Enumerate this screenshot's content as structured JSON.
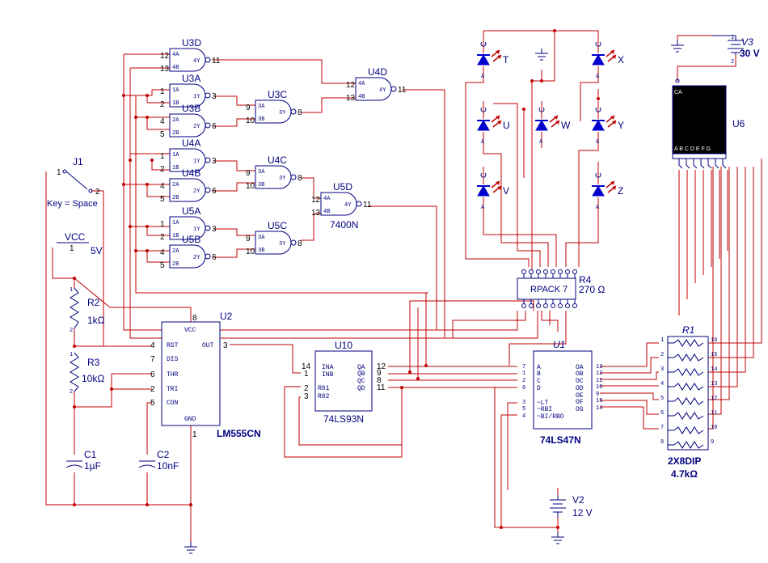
{
  "switch_j1": {
    "ref": "J1",
    "pin1": "1",
    "pin2": "2",
    "key": "Key = Space"
  },
  "vcc": {
    "name": "VCC",
    "pin": "1",
    "value": "5V"
  },
  "r2": {
    "ref": "R2",
    "value": "1kΩ"
  },
  "r3": {
    "ref": "R3",
    "value": "10kΩ"
  },
  "c1": {
    "ref": "C1",
    "value": "1µF"
  },
  "c2": {
    "ref": "C2",
    "value": "10nF"
  },
  "u2": {
    "ref": "U2",
    "part": "LM555CN",
    "pins": [
      "VCC",
      "RST",
      "OUT",
      "DIS",
      "THR",
      "TRI",
      "CON",
      "GND"
    ],
    "nums": [
      "8",
      "4",
      "3",
      "7",
      "6",
      "2",
      "5",
      "1"
    ]
  },
  "u10": {
    "ref": "U10",
    "part": "74LS93N",
    "pins": [
      "INA",
      "INB",
      "R01",
      "R02",
      "QA",
      "QB",
      "QC",
      "QD"
    ],
    "nums": [
      "14",
      "1",
      "2",
      "3",
      "12",
      "9",
      "8",
      "11"
    ]
  },
  "u1": {
    "ref": "U1",
    "part": "74LS47N",
    "pins": [
      "A",
      "B",
      "C",
      "D",
      "~LT",
      "~RBI",
      "~BI/RBO",
      "OA",
      "OB",
      "OC",
      "OD",
      "OE",
      "OF",
      "OG"
    ],
    "nums": [
      "7",
      "1",
      "2",
      "6",
      "3",
      "5",
      "4",
      "13",
      "12",
      "11",
      "10",
      "9",
      "15",
      "14"
    ]
  },
  "gates": [
    {
      "ref": "U3D",
      "a": "4A",
      "b": "4B",
      "y": "4Y",
      "pa": "12",
      "pb": "13",
      "py": "11"
    },
    {
      "ref": "U3A",
      "a": "1A",
      "b": "1B",
      "y": "1Y",
      "pa": "1",
      "pb": "2",
      "py": "3"
    },
    {
      "ref": "U3B",
      "a": "2A",
      "b": "2B",
      "y": "2Y",
      "pa": "4",
      "pb": "5",
      "py": "6"
    },
    {
      "ref": "U3C",
      "a": "3A",
      "b": "3B",
      "y": "3Y",
      "pa": "9",
      "pb": "10",
      "py": "8"
    },
    {
      "ref": "U4D",
      "a": "4A",
      "b": "4B",
      "y": "4Y",
      "pa": "12",
      "pb": "13",
      "py": "11"
    },
    {
      "ref": "U4A",
      "a": "1A",
      "b": "1B",
      "y": "1Y",
      "pa": "1",
      "pb": "2",
      "py": "3"
    },
    {
      "ref": "U4B",
      "a": "2A",
      "b": "2B",
      "y": "2Y",
      "pa": "4",
      "pb": "5",
      "py": "6"
    },
    {
      "ref": "U4C",
      "a": "3A",
      "b": "3B",
      "y": "3Y",
      "pa": "9",
      "pb": "10",
      "py": "8"
    },
    {
      "ref": "U5D",
      "a": "4A",
      "b": "4B",
      "y": "4Y",
      "pa": "12",
      "pb": "13",
      "py": "11"
    },
    {
      "ref": "U5A",
      "a": "1A",
      "b": "1B",
      "y": "1Y",
      "pa": "1",
      "pb": "2",
      "py": "3"
    },
    {
      "ref": "U5B",
      "a": "2A",
      "b": "2B",
      "y": "2Y",
      "pa": "4",
      "pb": "5",
      "py": "6"
    },
    {
      "ref": "U5C",
      "a": "3A",
      "b": "3B",
      "y": "3Y",
      "pa": "9",
      "pb": "10",
      "py": "8"
    }
  ],
  "gate_part": "7400N",
  "leds": [
    "T",
    "U",
    "V",
    "W",
    "X",
    "Y",
    "Z"
  ],
  "r4": {
    "ref": "R4",
    "part": "RPACK 7",
    "value": "270 Ω"
  },
  "r1": {
    "ref": "R1",
    "part": "2X8DIP",
    "value": "4.7kΩ",
    "left_pins": [
      "1",
      "2",
      "3",
      "4",
      "5",
      "6",
      "7",
      "8"
    ],
    "right_pins": [
      "16",
      "15",
      "14",
      "13",
      "12",
      "11",
      "10",
      "9"
    ]
  },
  "v3": {
    "ref": "V3",
    "value": "30 V"
  },
  "v2": {
    "ref": "V2",
    "value": "12 V"
  },
  "u6": {
    "ref": "U6",
    "common": "CA",
    "segments": "A B C D E F G"
  }
}
